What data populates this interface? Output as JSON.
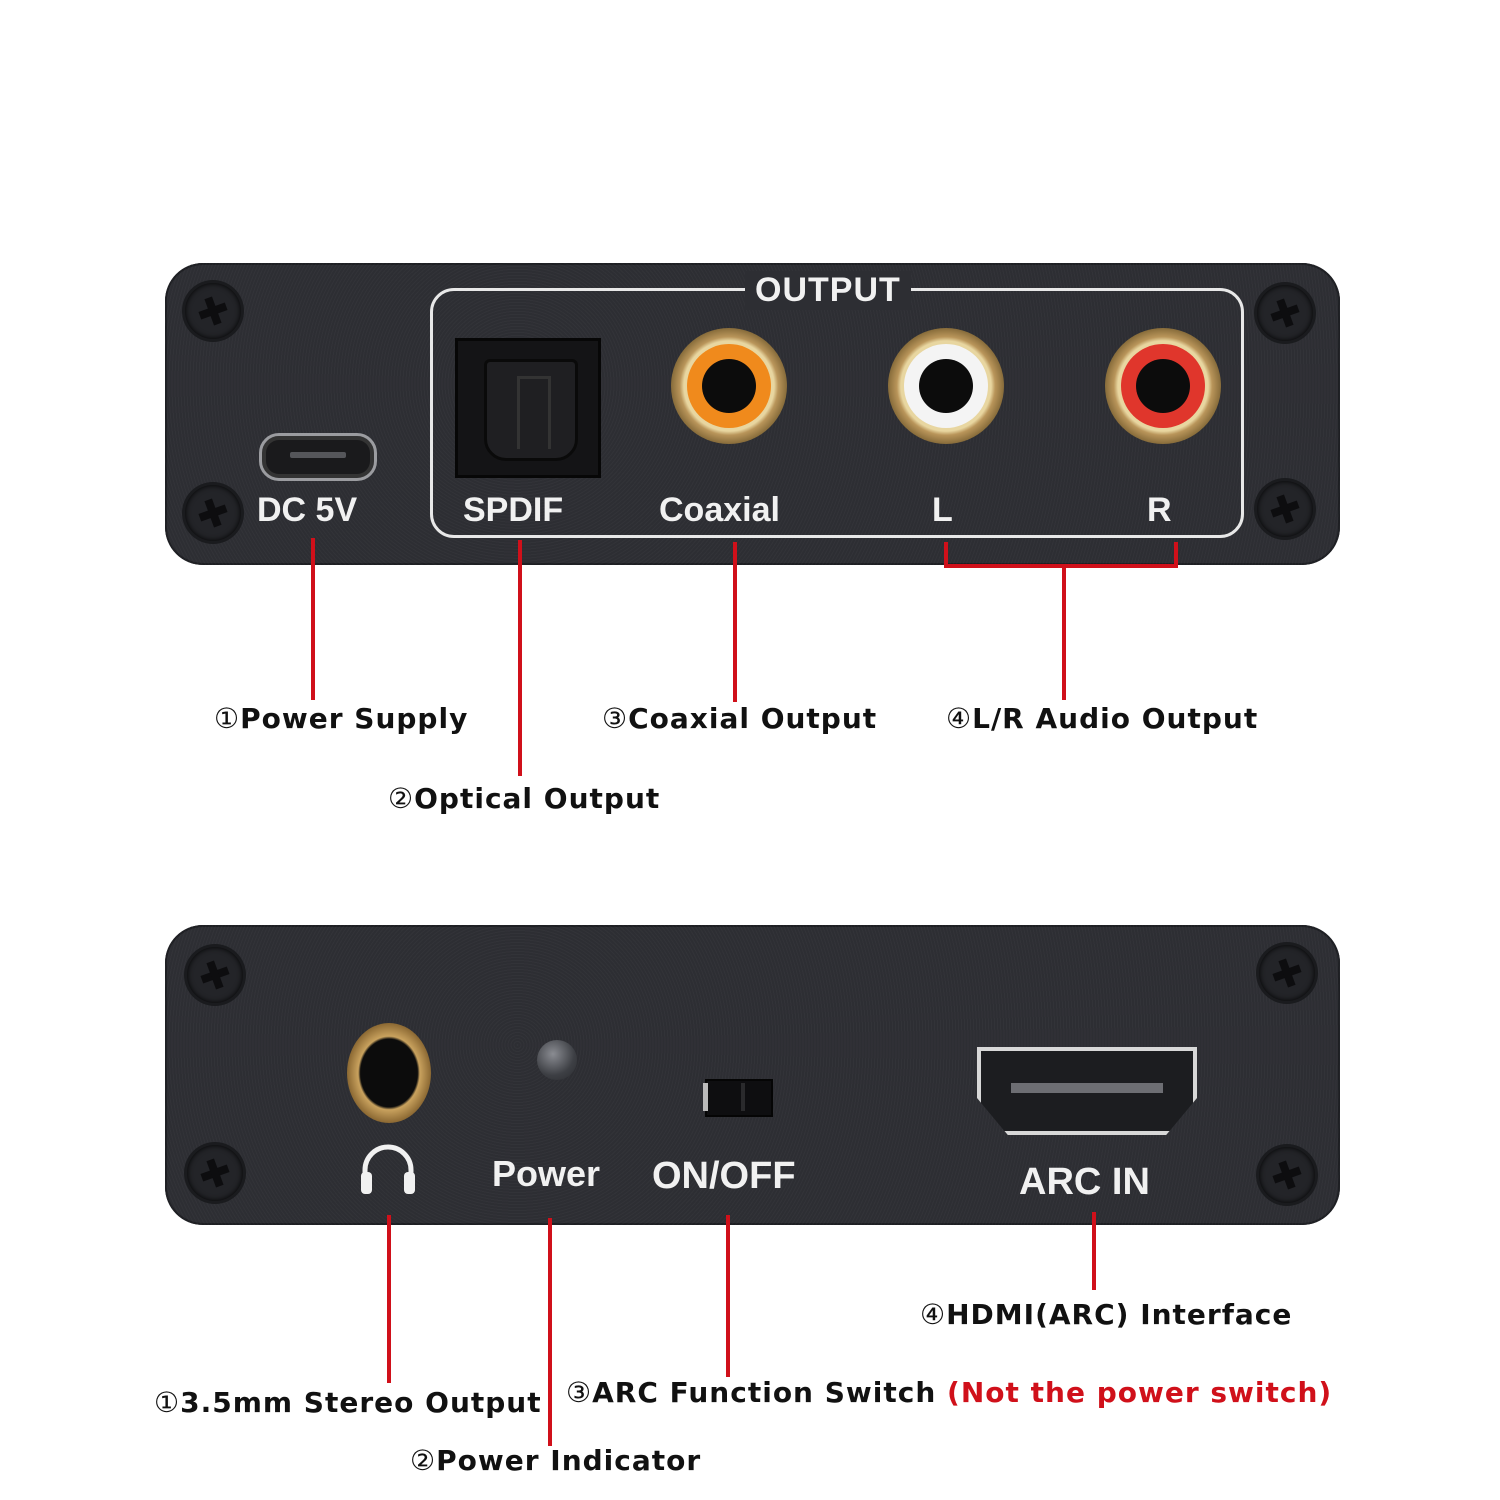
{
  "colors": {
    "panel": "#2d2e33",
    "silkscreen": "#f1f1f1",
    "callout_line": "#d0101a",
    "label_text": "#111111",
    "warning_text": "#d0101a",
    "coaxial_ring": "#f08a1c",
    "left_ring": "#f4f4f4",
    "right_ring": "#e0362c"
  },
  "top_panel": {
    "output_group_title": "OUTPUT",
    "ports": [
      {
        "silk": "DC 5V",
        "icon": "micro-usb-port-icon"
      },
      {
        "silk": "SPDIF",
        "icon": "toslink-optical-port-icon"
      },
      {
        "silk": "Coaxial",
        "icon": "rca-coaxial-port-icon"
      },
      {
        "silk": "L",
        "icon": "rca-left-port-icon"
      },
      {
        "silk": "R",
        "icon": "rca-right-port-icon"
      }
    ],
    "callouts": [
      {
        "num": "①",
        "text": "Power Supply"
      },
      {
        "num": "②",
        "text": "Optical Output"
      },
      {
        "num": "③",
        "text": "Coaxial Output"
      },
      {
        "num": "④",
        "text": "L/R Audio Output"
      }
    ]
  },
  "bottom_panel": {
    "ports": [
      {
        "silk": "",
        "icon": "headphone-icon"
      },
      {
        "silk": "Power",
        "icon": "led-indicator-icon"
      },
      {
        "silk": "ON/OFF",
        "icon": "slide-switch-icon"
      },
      {
        "silk": "ARC IN",
        "icon": "hdmi-port-icon"
      }
    ],
    "callouts": [
      {
        "num": "①",
        "text": "3.5mm Stereo Output"
      },
      {
        "num": "②",
        "text": "Power Indicator"
      },
      {
        "num": "③",
        "text": "ARC Function Switch ",
        "warning": "(Not the power switch)"
      },
      {
        "num": "④",
        "text": "HDMI(ARC) Interface"
      }
    ]
  }
}
